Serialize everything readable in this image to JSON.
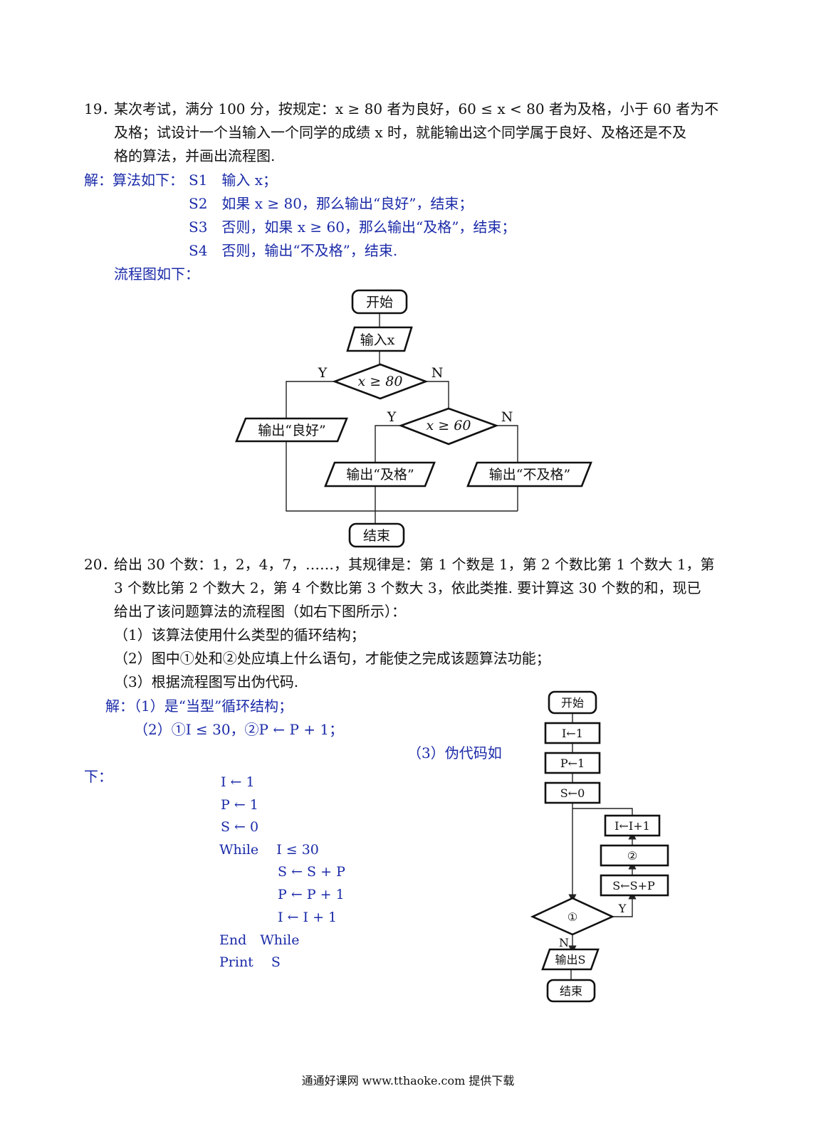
{
  "q19": {
    "num": "19．",
    "line1": "某次考试，满分 100 分，按规定：x ≥ 80 者为良好，60 ≤ x < 80 者为及格，小于 60 者为不",
    "line2": "及格；试设计一个当输入一个同学的成绩 x 时，就能输出这个同学属于良好、及格还是不及",
    "line3": "格的算法，并画出流程图."
  },
  "a19": {
    "prefix": "解：算法如下：",
    "s1": "S1　输入 x；",
    "s2": "S2　如果 x ≥ 80，那么输出“良好”，结束；",
    "s3": "S3　否则，如果 x ≥ 60，那么输出“及格”，结束；",
    "s4": "S4　否则，输出“不及格”，结束.",
    "flow_intro": "流程图如下："
  },
  "flow19": {
    "start": "开始",
    "input": "输入x",
    "cond1": "x ≥ 80",
    "cond2": "x ≥ 60",
    "yes1": "Y",
    "no1": "N",
    "yes2": "Y",
    "no2": "N",
    "out_good": "输出“良好”",
    "out_pass": "输出“及格”",
    "out_fail": "输出“不及格”",
    "end": "结束"
  },
  "q20": {
    "num": "20．",
    "line1": "给出 30 个数：1，2，4，7，……，其规律是：第 1 个数是 1，第 2 个数比第 1 个数大 1，第",
    "line2": "3 个数比第 2 个数大 2，第 4 个数比第 3 个数大 3，依此类推. 要计算这 30 个数的和，现已",
    "line3": "给出了该问题算法的流程图（如右下图所示）：",
    "sub1": "（1）该算法使用什么类型的循环结构；",
    "sub2": "（2）图中①处和②处应填上什么语句，才能使之完成该题算法功能；",
    "sub3": "（3）根据流程图写出伪代码."
  },
  "a20": {
    "ans1": "解：（1）是“当型”循环结构；",
    "ans2": "（2）①I ≤ 30，②P ← P + 1；",
    "ans3a": "（3）伪代码如",
    "ans3b": "下：",
    "code": [
      "I ← 1",
      "P ← 1",
      "S ← 0",
      "While　 I ≤ 30",
      "　　　　 S ← S + P",
      "　　　　 P ← P + 1",
      "　　　　 I ← I + 1",
      "End　While",
      "Print　 S"
    ]
  },
  "flow20": {
    "start": "开始",
    "i1": "I←1",
    "p1": "P←1",
    "s0": "S←0",
    "inc": "I←I+1",
    "blank2": "②",
    "ssp": "S←S+P",
    "cond": "①",
    "yes": "Y",
    "no": "N",
    "output": "输出S",
    "end": "结束"
  },
  "footer": "通通好课网 www.tthaoke.com 提供下载"
}
